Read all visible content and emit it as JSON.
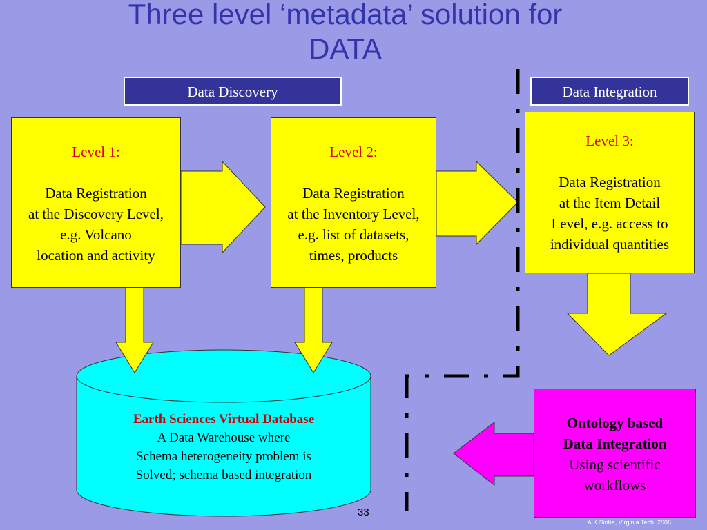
{
  "title": {
    "line1": "Three level ‘metadata’ solution for",
    "line2": "DATA"
  },
  "headers": {
    "discovery": "Data Discovery",
    "integration": "Data Integration"
  },
  "levels": [
    {
      "label": "Level 1:",
      "lines": [
        "Data Registration",
        "at the Discovery Level,",
        "e.g. Volcano",
        "location and activity"
      ]
    },
    {
      "label": "Level 2:",
      "lines": [
        "Data Registration",
        "at the Inventory Level,",
        "e.g. list of datasets,",
        "times, products"
      ]
    },
    {
      "label": "Level 3:",
      "lines": [
        "Data Registration",
        "at the Item Detail",
        "Level, e.g. access to",
        "individual quantities"
      ]
    }
  ],
  "database": {
    "title": "Earth Sciences Virtual Database",
    "lines": [
      "A Data Warehouse where",
      "Schema heterogeneity problem is",
      "Solved; schema based integration"
    ]
  },
  "ontology": {
    "title_lines": [
      "Ontology based",
      "Data Integration"
    ],
    "lines": [
      "Using scientific",
      "workflows"
    ]
  },
  "footer": {
    "page_number": "33",
    "credit": "A.K.Sinha, Virginia Tech, 2006",
    "dash": "-"
  },
  "colors": {
    "background": "#9a9ae6",
    "title": "#3333aa",
    "header": "#333399",
    "level_box": "#ffff00",
    "level_label": "#dd0000",
    "database": "#00ffff",
    "database_title": "#cc0000",
    "ontology": "#ff00ff"
  }
}
